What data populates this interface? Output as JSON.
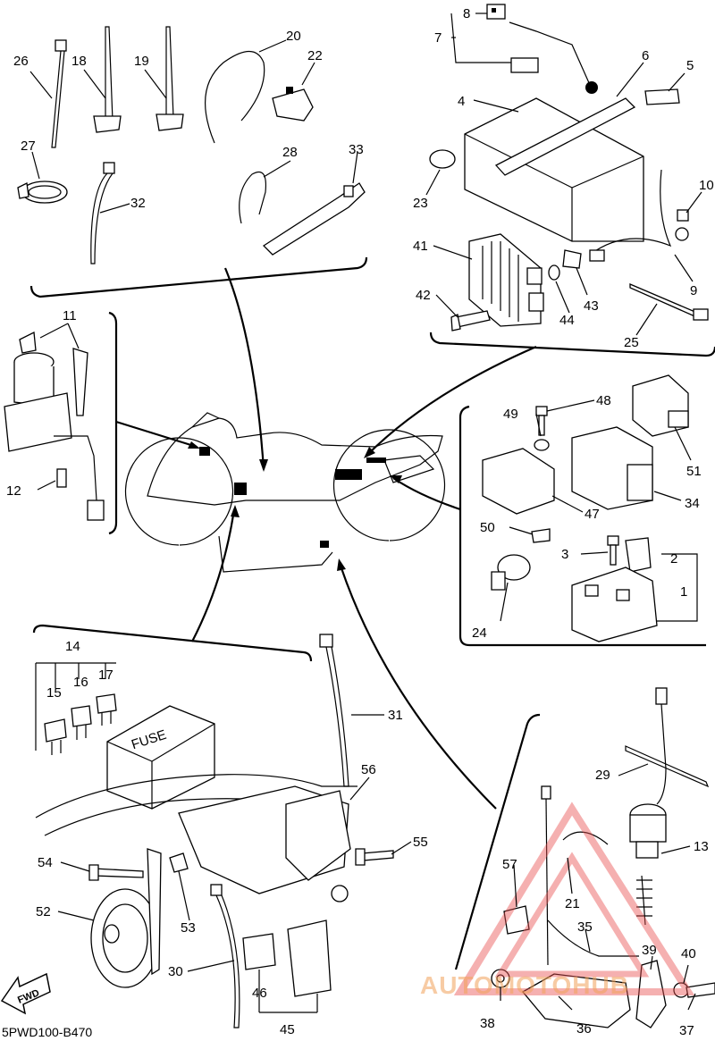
{
  "diagram": {
    "code": "5PWD100-B470",
    "fwd": "FWD",
    "watermark": "AUTOMOTOHUB",
    "fuse_box_text": "FUSE",
    "part_numbers": [
      "1",
      "2",
      "3",
      "4",
      "5",
      "6",
      "7",
      "8",
      "9",
      "10",
      "11",
      "12",
      "13",
      "14",
      "15",
      "16",
      "17",
      "18",
      "19",
      "20",
      "21",
      "22",
      "23",
      "24",
      "25",
      "26",
      "27",
      "28",
      "29",
      "30",
      "31",
      "32",
      "33",
      "34",
      "35",
      "36",
      "37",
      "38",
      "39",
      "40",
      "41",
      "42",
      "43",
      "44",
      "45",
      "46",
      "47",
      "48",
      "49",
      "50",
      "51",
      "52",
      "53",
      "54",
      "55",
      "56",
      "57"
    ]
  }
}
